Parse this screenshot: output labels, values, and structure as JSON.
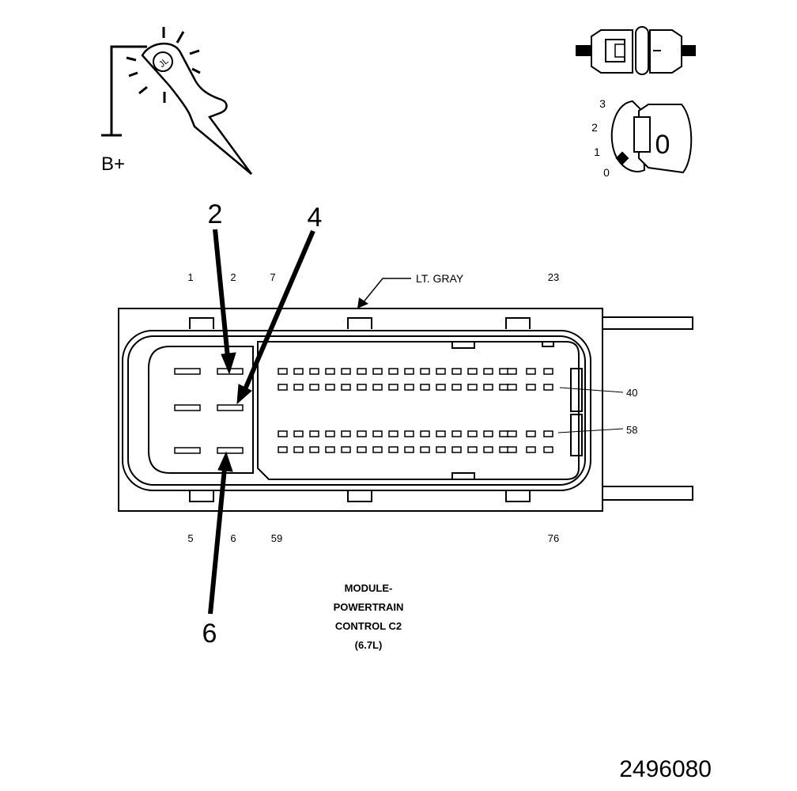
{
  "probe": {
    "power_label": "B+"
  },
  "key_switch": {
    "positions": [
      "3",
      "2",
      "1",
      "0"
    ],
    "key_symbol": "0"
  },
  "connector": {
    "color_label": "LT. GRAY",
    "top_pin_labels": [
      "1",
      "2",
      "7",
      "23"
    ],
    "bottom_pin_labels": [
      "5",
      "6",
      "59",
      "76"
    ],
    "side_pin_labels": [
      "40",
      "58"
    ]
  },
  "callouts": [
    "2",
    "4",
    "6"
  ],
  "caption": {
    "lines": [
      "MODULE-",
      "POWERTRAIN",
      "CONTROL C2",
      "(6.7L)"
    ]
  },
  "figure_number": "2496080"
}
